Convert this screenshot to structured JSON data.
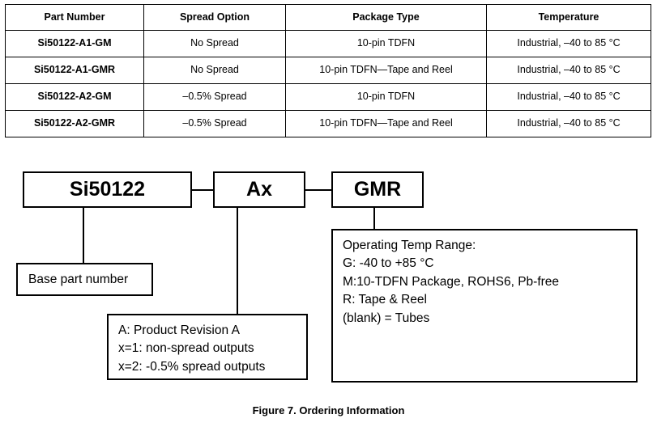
{
  "table": {
    "headers": [
      "Part Number",
      "Spread Option",
      "Package Type",
      "Temperature"
    ],
    "rows": [
      {
        "part_number": "Si50122-A1-GM",
        "spread_option": "No Spread",
        "package_type": "10-pin TDFN",
        "temperature": "Industrial, –40 to 85 °C"
      },
      {
        "part_number": "Si50122-A1-GMR",
        "spread_option": "No Spread",
        "package_type": "10-pin TDFN—Tape and Reel",
        "temperature": "Industrial, –40 to 85 °C"
      },
      {
        "part_number": "Si50122-A2-GM",
        "spread_option": "–0.5% Spread",
        "package_type": "10-pin TDFN",
        "temperature": "Industrial, –40 to 85 °C"
      },
      {
        "part_number": "Si50122-A2-GMR",
        "spread_option": "–0.5% Spread",
        "package_type": "10-pin TDFN—Tape and Reel",
        "temperature": "Industrial, –40 to 85 °C"
      }
    ]
  },
  "diagram": {
    "part_code_boxes": [
      {
        "label": "Si50122"
      },
      {
        "label": "Ax"
      },
      {
        "label": "GMR"
      }
    ],
    "descriptions": {
      "base_part": "Base part number",
      "revision": "A: Product Revision A\nx=1: non-spread outputs\nx=2: -0.5% spread outputs",
      "temp_range": "Operating Temp Range:\nG: -40 to +85 °C\nM:10-TDFN Package, ROHS6, Pb-free\nR: Tape & Reel\n(blank) = Tubes"
    }
  },
  "caption": "Figure 7. Ordering Information",
  "colors": {
    "background": "#ffffff",
    "foreground": "#000000",
    "border": "#000000"
  }
}
